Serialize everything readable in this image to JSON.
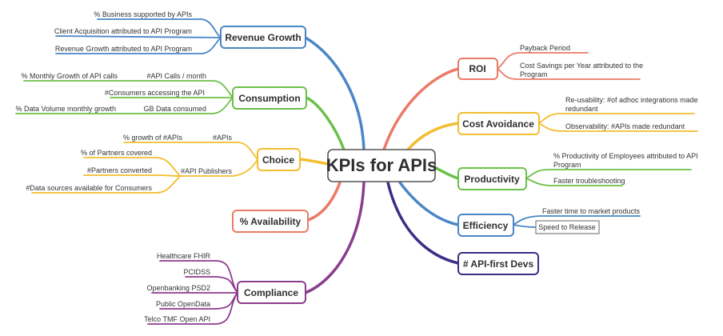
{
  "center": {
    "label": "KPIs for APIs"
  },
  "colors": {
    "blue": "#4a86c6",
    "green": "#6cc04a",
    "yellow": "#f2bd2f",
    "salmon": "#ea7b67",
    "purple": "#8b3d8e",
    "navy": "#3a2f85"
  },
  "topics": {
    "revenue_growth": {
      "label": "Revenue Growth",
      "leaves": [
        "% Business supported by APIs",
        "Client Acquisition attributed to API Program",
        "Revenue Growth attributed to API Program"
      ]
    },
    "consumption": {
      "label": "Consumption",
      "group_calls": "#API Calls / month",
      "leaf_monthly_growth": "% Monthly Growth of API calls",
      "leaf_consumers": "#Consumers accessing the API",
      "group_data": "GB Data consumed",
      "leaf_data_volume": "% Data Volume monthly growth"
    },
    "choice": {
      "label": "Choice",
      "group_apis": "#APIs",
      "leaf_growth_apis": "% growth of #APIs",
      "group_publishers": "#API Publishers",
      "leaf_partners_covered": "% of Partners covered",
      "leaf_partners_converted": "#Partners converted",
      "leaf_data_sources": "#Data sources available for Consumers"
    },
    "availability": {
      "label": "% Availability"
    },
    "compliance": {
      "label": "Compliance",
      "leaves": [
        "Healthcare FHIR",
        "PCIDSS",
        "Openbanking PSD2",
        "Public OpenData",
        "Telco TMF Open API"
      ]
    },
    "roi": {
      "label": "ROI",
      "leaf_payback": "Payback Period",
      "leaf_savings_1": "Cost Savings per Year attributed to the",
      "leaf_savings_2": "Program"
    },
    "cost_avoidance": {
      "label": "Cost Avoidance",
      "leaf_reuse_1": "Re-usability: #of adhoc integrations made",
      "leaf_reuse_2": "redundant",
      "leaf_observability": "Observability: #APIs made redundant"
    },
    "productivity": {
      "label": "Productivity",
      "leaf_productivity_1": "% Productivity of Employees attributed to API",
      "leaf_productivity_2": "Program",
      "leaf_troubleshooting": "Faster troubleshooting"
    },
    "efficiency": {
      "label": "Efficiency",
      "leaf_time_to_market": "Faster time to market products",
      "leaf_speed_release": "Speed to Release"
    },
    "api_first": {
      "label": "# API-first Devs"
    }
  }
}
